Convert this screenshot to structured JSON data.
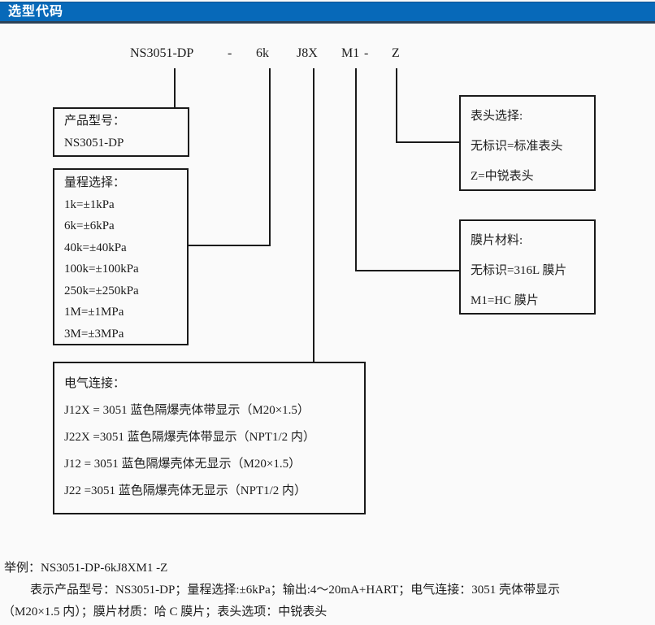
{
  "header": {
    "title": "选型代码"
  },
  "code": {
    "segments": [
      {
        "text": "NS3051-DP"
      },
      {
        "text": "-"
      },
      {
        "text": "6k"
      },
      {
        "text": "J8X"
      },
      {
        "text": "M1"
      },
      {
        "text": "-"
      },
      {
        "text": "Z"
      }
    ]
  },
  "boxes": {
    "product": {
      "title": "产品型号：",
      "lines": [
        "NS3051-DP"
      ]
    },
    "range": {
      "title": "量程选择：",
      "lines": [
        "1k=±1kPa",
        "6k=±6kPa",
        "40k=±40kPa",
        "100k=±100kPa",
        "250k=±250kPa",
        "1M=±1MPa",
        "3M=±3MPa"
      ]
    },
    "display": {
      "title": "表头选择:",
      "lines": [
        "无标识=标准表头",
        "Z=中锐表头"
      ]
    },
    "diaphragm": {
      "title": "膜片材料:",
      "lines": [
        "无标识=316L 膜片",
        "M1=HC 膜片"
      ]
    },
    "electrical": {
      "title": "电气连接：",
      "lines": [
        "J12X = 3051 蓝色隔爆壳体带显示（M20×1.5）",
        "J22X =3051 蓝色隔爆壳体带显示（NPT1/2 内）",
        "J12 = 3051 蓝色隔爆壳体无显示（M20×1.5）",
        "J22 =3051 蓝色隔爆壳体无显示（NPT1/2 内）"
      ]
    }
  },
  "example": {
    "line1": "举例：NS3051-DP-6kJ8XM1 -Z",
    "line2": "表示产品型号：NS3051-DP；量程选择:±6kPa；输出:4～20mA+HART；电气连接：3051 壳体带显示",
    "line3": "（M20×1.5 内）；膜片材质：哈 C 膜片；表头选项：中锐表头"
  },
  "colors": {
    "header_bg": "#0769b9",
    "header_border": "#2c4257",
    "header_text": "#ffffff",
    "line_color": "#1a1a1a",
    "page_bg": "#fafafa"
  }
}
